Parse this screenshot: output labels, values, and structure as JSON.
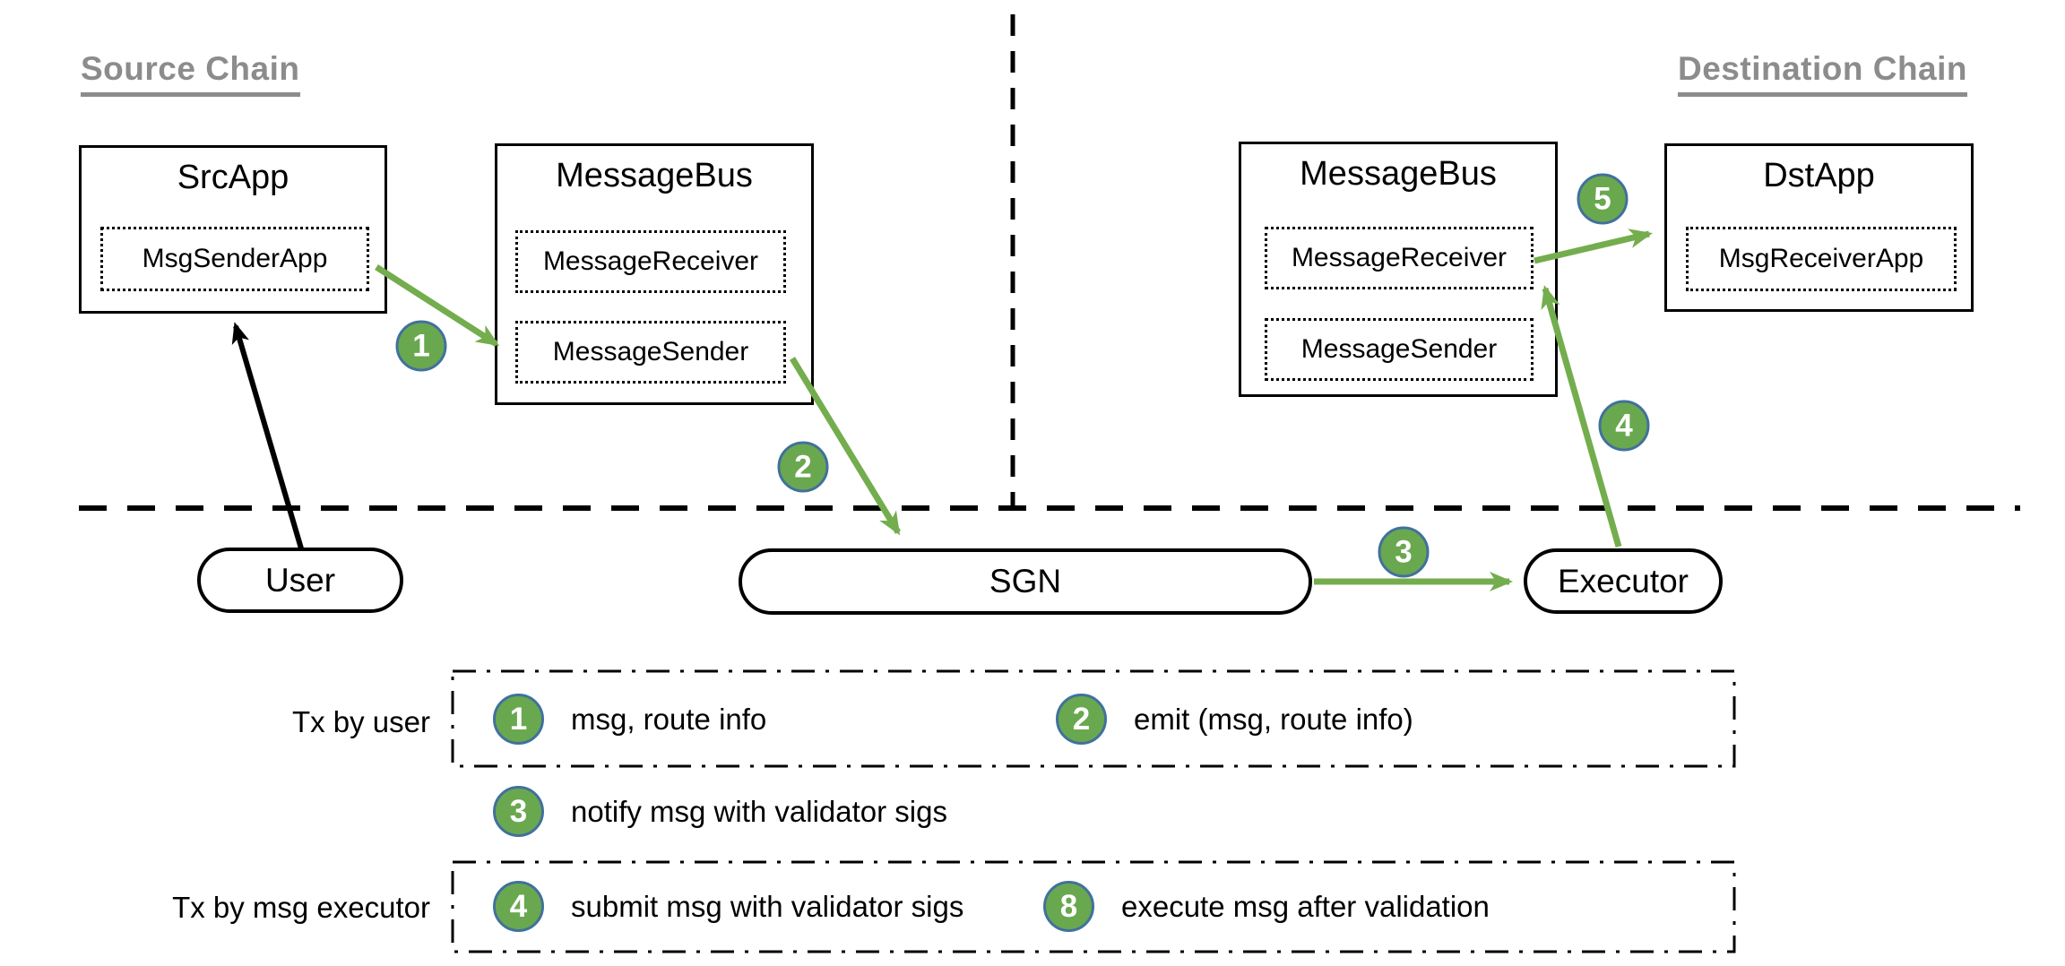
{
  "headings": {
    "source_chain": "Source Chain",
    "destination_chain": "Destination Chain"
  },
  "nodes": {
    "src_app": {
      "title": "SrcApp",
      "module": "MsgSenderApp"
    },
    "src_message_bus": {
      "title": "MessageBus",
      "receiver": "MessageReceiver",
      "sender": "MessageSender"
    },
    "dst_message_bus": {
      "title": "MessageBus",
      "receiver": "MessageReceiver",
      "sender": "MessageSender"
    },
    "dst_app": {
      "title": "DstApp",
      "module": "MsgReceiverApp"
    },
    "user": "User",
    "sgn": "SGN",
    "executor": "Executor"
  },
  "flow_steps": {
    "step1": "1",
    "step2": "2",
    "step3": "3",
    "step4": "4",
    "step5": "5"
  },
  "legend": {
    "tx_by_user_label": "Tx by user",
    "tx_by_executor_label": "Tx by msg executor",
    "items": [
      {
        "num": "1",
        "text": "msg, route info"
      },
      {
        "num": "2",
        "text": "emit (msg, route info)"
      },
      {
        "num": "3",
        "text": "notify msg with validator sigs"
      },
      {
        "num": "4",
        "text": "submit msg with validator sigs"
      },
      {
        "num": "8",
        "text": "execute msg after validation"
      }
    ]
  },
  "colors": {
    "badge_fill": "#6aa84f",
    "badge_border": "#41719c",
    "arrow_green": "#74ad4e",
    "heading_gray": "#8c8c8c",
    "line_black": "#000000"
  }
}
